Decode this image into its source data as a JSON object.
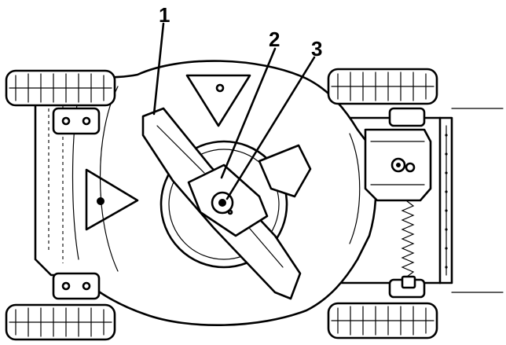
{
  "figure": {
    "callouts": [
      {
        "label": "1"
      },
      {
        "label": "2"
      },
      {
        "label": "3"
      }
    ],
    "line_color": "#000000",
    "background_color": "#ffffff"
  }
}
